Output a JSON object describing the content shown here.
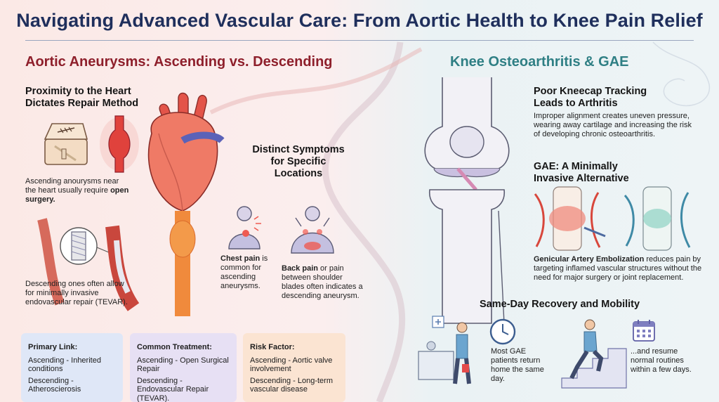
{
  "title": "Navigating Advanced Vascular Care: From Aortic Health to Knee Pain Relief",
  "left": {
    "title": "Aortic Aneurysms: Ascending vs. Descending",
    "proximity": {
      "heading_line1": "Proximity to the Heart",
      "heading_line2": "Dictates Repair Method",
      "ascending_pre": "Ascending anourysms near the heart usually require ",
      "ascending_bold": "open surgery.",
      "descending_text": "Descending ones often allow for minimally invasive endovascular repair (TEVAR)."
    },
    "symptoms": {
      "heading_line1": "Distinct Symptoms",
      "heading_line2": "for Specific",
      "heading_line3": "Locations",
      "chest_bold": "Chest pain",
      "chest_rest": " is common for ascending aneurysms.",
      "back_bold": "Back pain",
      "back_rest": " or pain between shoulder blades often indicates a descending aneurysm."
    },
    "boxes": [
      {
        "title": "Primary Link:",
        "line1": "Ascending - Inherited conditions",
        "line2": "Descending - Atheroscierosis",
        "color": "#dfe7f7"
      },
      {
        "title": "Common Treatment:",
        "line1": "Ascending - Open Surgical Repair",
        "line2": "Descending - Endovascular Repair (TEVAR).",
        "color": "#e7e0f4"
      },
      {
        "title": "Risk Factor:",
        "line1": "Ascending - Aortic valve involvement",
        "line2": "Descending - Long-term vascular disease",
        "color": "#fbe4d2"
      }
    ]
  },
  "right": {
    "title": "Knee Osteoarthritis & GAE",
    "kneecap": {
      "heading_line1": "Poor Kneecap Tracking",
      "heading_line2": "Leads to Arthritis",
      "text": "Improper alignment creates uneven pressure, wearing away cartilage and increasing the risk of developing chronic osteoarthritis."
    },
    "gae": {
      "heading_line1": "GAE: A Minimally",
      "heading_line2": "Invasive Alternative",
      "bold": "Genicular Artery Embolization",
      "rest": " reduces pain by targeting inflamed vascular structures without the need for major surgery or joint replacement."
    },
    "recovery": {
      "heading": "Same-Day Recovery and Mobility",
      "home_text": "Most GAE patients return home the same day.",
      "resume_text": "...and resume normal routines within a few days."
    }
  },
  "colors": {
    "title": "#1f2f5c",
    "left_accent": "#8e1f2b",
    "right_accent": "#2f7f84"
  }
}
